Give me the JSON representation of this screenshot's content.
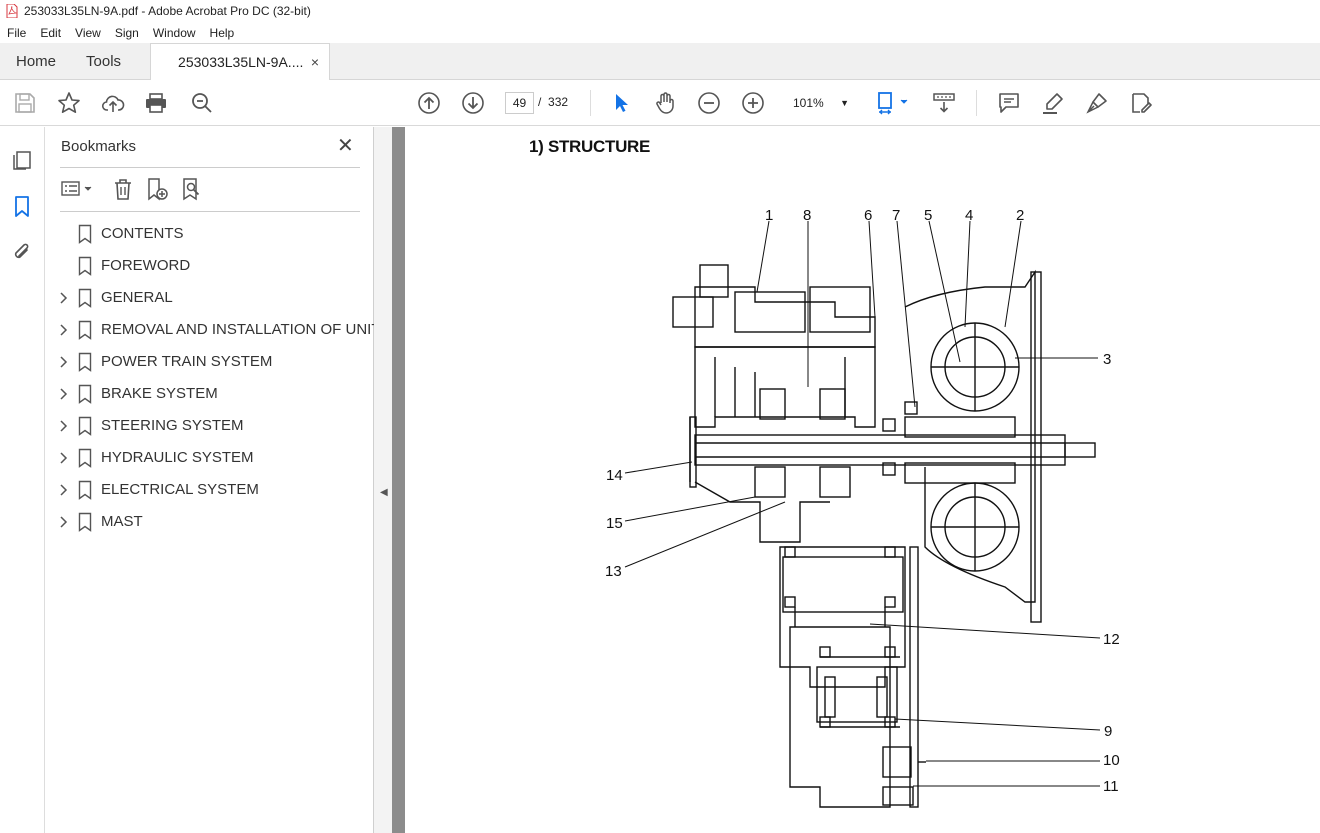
{
  "window": {
    "title": "253033L35LN-9A.pdf - Adobe Acrobat Pro DC (32-bit)"
  },
  "menu": [
    "File",
    "Edit",
    "View",
    "Sign",
    "Window",
    "Help"
  ],
  "tabs": {
    "home": "Home",
    "tools": "Tools",
    "document": "253033L35LN-9A....",
    "close": "×"
  },
  "toolbar": {
    "current_page": "49",
    "page_separator": "/",
    "total_pages": "332",
    "zoom": "101%"
  },
  "bookmarks": {
    "title": "Bookmarks",
    "close": "✕",
    "items": [
      {
        "label": "CONTENTS",
        "expandable": false
      },
      {
        "label": "FOREWORD",
        "expandable": false
      },
      {
        "label": "GENERAL",
        "expandable": true
      },
      {
        "label": "REMOVAL AND INSTALLATION OF UNIT",
        "expandable": true
      },
      {
        "label": "POWER TRAIN SYSTEM",
        "expandable": true
      },
      {
        "label": "BRAKE SYSTEM",
        "expandable": true
      },
      {
        "label": "STEERING SYSTEM",
        "expandable": true
      },
      {
        "label": "HYDRAULIC SYSTEM",
        "expandable": true
      },
      {
        "label": "ELECTRICAL SYSTEM",
        "expandable": true
      },
      {
        "label": "MAST",
        "expandable": true
      }
    ]
  },
  "document": {
    "heading": "1) STRUCTURE",
    "callouts": [
      "1",
      "8",
      "6",
      "7",
      "5",
      "4",
      "2",
      "3",
      "14",
      "15",
      "13",
      "12",
      "9",
      "10",
      "11"
    ]
  },
  "colors": {
    "accent_blue": "#1473e6",
    "pdf_red": "#d7373f",
    "gutter": "#8c8c8c"
  }
}
